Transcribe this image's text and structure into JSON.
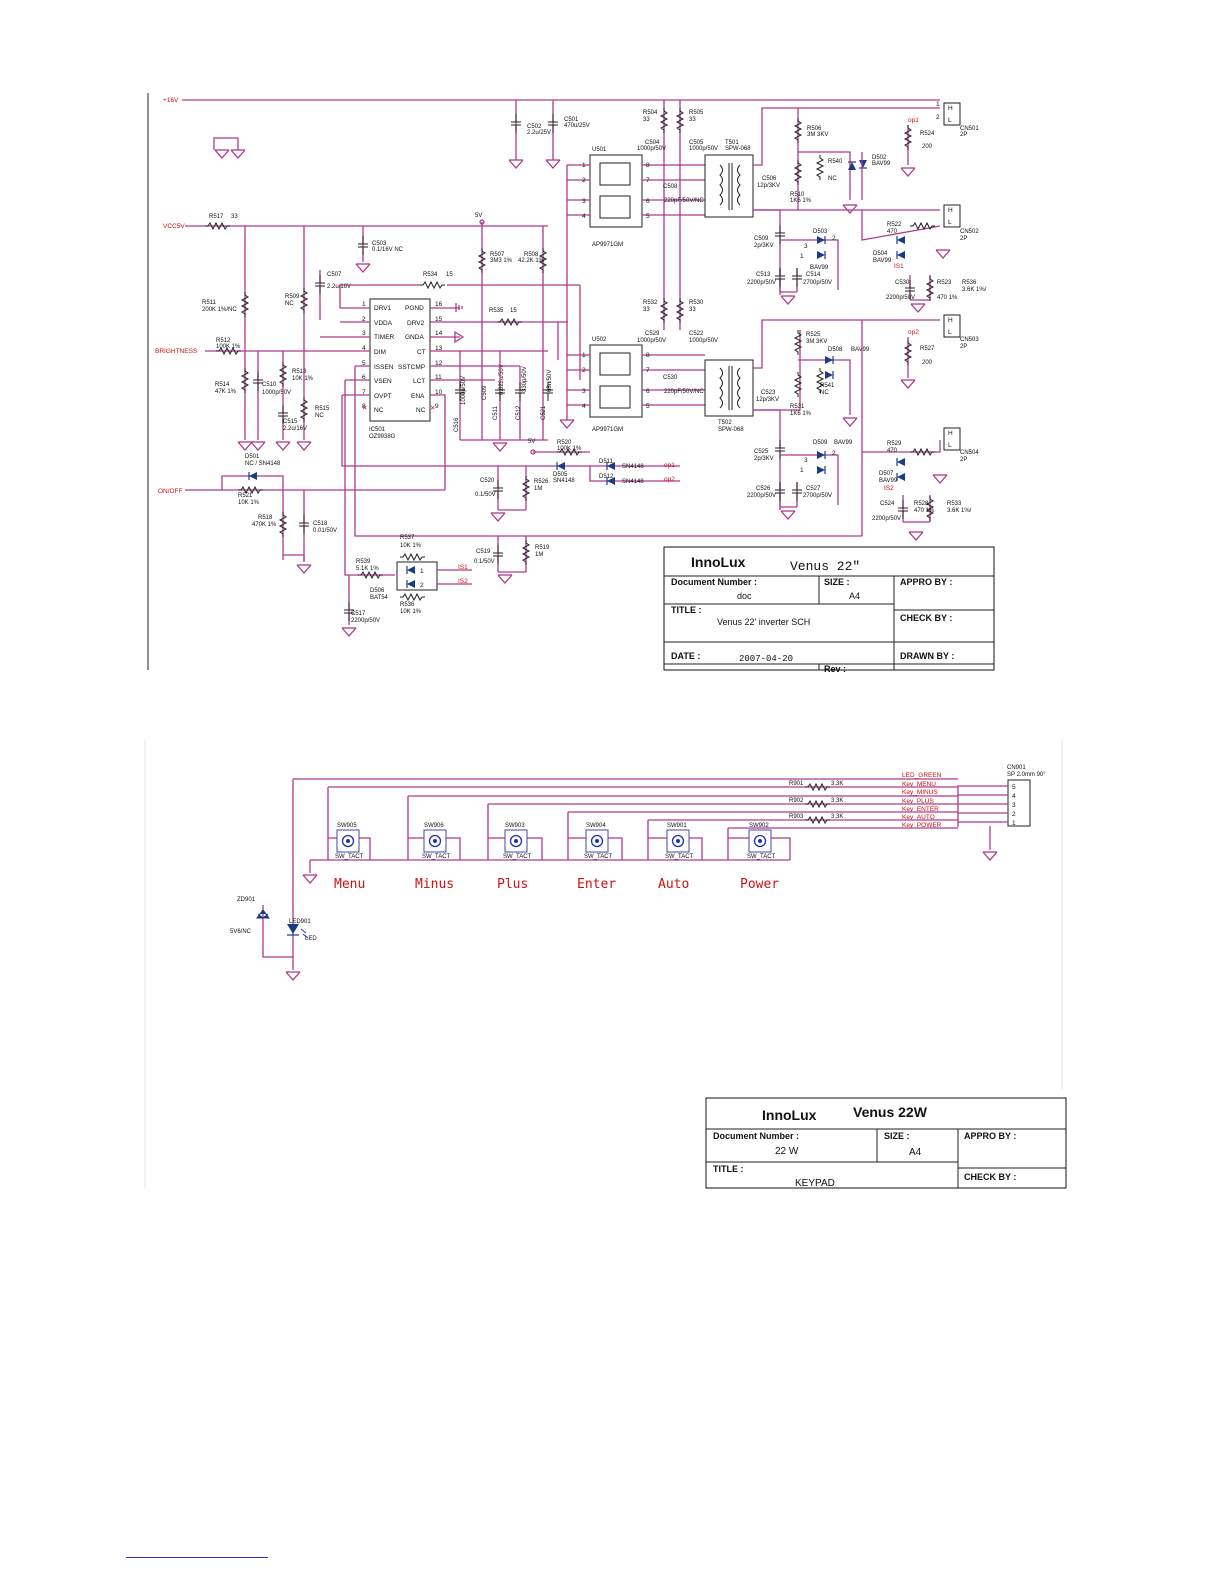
{
  "inverter": {
    "rails": {
      "v16": "+16V",
      "vcc5v": "VCC5V",
      "brightness": "BRIGHTNESS",
      "onoff": "ON/OFF",
      "v5a": "5V",
      "v5b": "5V"
    },
    "ic": {
      "ref": "IC501",
      "part": "OZ9938G",
      "left_pins": [
        {
          "n": "1",
          "name": "DRV1"
        },
        {
          "n": "2",
          "name": "VDDA"
        },
        {
          "n": "3",
          "name": "TIMER"
        },
        {
          "n": "4",
          "name": "DIM"
        },
        {
          "n": "5",
          "name": "ISSEN"
        },
        {
          "n": "6",
          "name": "VSEN"
        },
        {
          "n": "7",
          "name": "OVPT"
        },
        {
          "n": "8",
          "name": "NC"
        }
      ],
      "right_pins": [
        {
          "n": "16",
          "name": "PGND"
        },
        {
          "n": "15",
          "name": "DRV2"
        },
        {
          "n": "14",
          "name": "GNDA"
        },
        {
          "n": "13",
          "name": "CT"
        },
        {
          "n": "12",
          "name": "SSTCMP"
        },
        {
          "n": "11",
          "name": "LCT"
        },
        {
          "n": "10",
          "name": "ENA"
        },
        {
          "n": "9",
          "name": "NC"
        }
      ]
    },
    "parts": [
      {
        "id": "c502",
        "ref": "C502",
        "val": "2.2u/25V"
      },
      {
        "id": "c501",
        "ref": "C501",
        "val": "470u/25V"
      },
      {
        "id": "r504",
        "ref": "R504",
        "val": "33"
      },
      {
        "id": "r505",
        "ref": "R505",
        "val": "33"
      },
      {
        "id": "c504",
        "ref": "C504",
        "val": "1000p/50V"
      },
      {
        "id": "c505",
        "ref": "C505",
        "val": "1000p/50V"
      },
      {
        "id": "t501",
        "ref": "T501",
        "val": "SPW-068"
      },
      {
        "id": "u501",
        "ref": "U501",
        "val": "AP9971GM"
      },
      {
        "id": "c508",
        "ref": "C508",
        "val": "220pF/50V/NC"
      },
      {
        "id": "r506",
        "ref": "R506",
        "val": "3M 3KV"
      },
      {
        "id": "c506",
        "ref": "C506",
        "val": "12p/3KV"
      },
      {
        "id": "r510",
        "ref": "R510",
        "val": "1K6 1%"
      },
      {
        "id": "r540",
        "ref": "R540",
        "val": "NC"
      },
      {
        "id": "d502",
        "ref": "D502",
        "val": "BAV99"
      },
      {
        "id": "r524",
        "ref": "R524",
        "val": "200"
      },
      {
        "id": "cn501",
        "ref": "CN501",
        "val": "2P"
      },
      {
        "id": "r517",
        "ref": "R517",
        "val": "33"
      },
      {
        "id": "c503",
        "ref": "C503",
        "val": "0.1/16V NC"
      },
      {
        "id": "r507",
        "ref": "R507",
        "val": "3M3 1%"
      },
      {
        "id": "r508",
        "ref": "R508",
        "val": "42.2K 1%"
      },
      {
        "id": "c507",
        "ref": "C507",
        "val": "2.2u/16V"
      },
      {
        "id": "r534",
        "ref": "R534",
        "val": "15"
      },
      {
        "id": "r535",
        "ref": "R535",
        "val": "15"
      },
      {
        "id": "r511",
        "ref": "R511",
        "val": "200K 1%/NC"
      },
      {
        "id": "r509",
        "ref": "R509",
        "val": "NC"
      },
      {
        "id": "r512",
        "ref": "R512",
        "val": "100K 1%"
      },
      {
        "id": "r514",
        "ref": "R514",
        "val": "47K 1%"
      },
      {
        "id": "c510",
        "ref": "C510",
        "val": "1000p/50V"
      },
      {
        "id": "r513",
        "ref": "R513",
        "val": "10K 1%"
      },
      {
        "id": "r515",
        "ref": "R515",
        "val": "NC"
      },
      {
        "id": "c515",
        "ref": "C515",
        "val": "2.2u/16V"
      },
      {
        "id": "c516",
        "ref": "C516",
        "val": "1000p/50V"
      },
      {
        "id": "c509",
        "ref": "C509",
        "val": "680K 1%"
      },
      {
        "id": "c511",
        "ref": "C511",
        "val": "0.022u/50V"
      },
      {
        "id": "c512",
        "ref": "C512",
        "val": "330p/50V"
      },
      {
        "id": "c521",
        "ref": "C521",
        "val": "68n/50V"
      },
      {
        "id": "r520",
        "ref": "R520",
        "val": "100K 1%"
      },
      {
        "id": "d505",
        "ref": "D505",
        "val": "SN4148"
      },
      {
        "id": "d511",
        "ref": "D511",
        "val": "SN4148"
      },
      {
        "id": "d512",
        "ref": "D512",
        "val": "SN4148"
      },
      {
        "id": "d501",
        "ref": "D501",
        "val": "NC / SN4148"
      },
      {
        "id": "r521",
        "ref": "R521",
        "val": "10K 1%"
      },
      {
        "id": "r518",
        "ref": "R518",
        "val": "470K 1%"
      },
      {
        "id": "c518",
        "ref": "C518",
        "val": "0.01/50V"
      },
      {
        "id": "c520",
        "ref": "C520",
        "val": "0.1/50V"
      },
      {
        "id": "r526",
        "ref": "R526",
        "val": "1M"
      },
      {
        "id": "c519",
        "ref": "C519",
        "val": "0.1/50V"
      },
      {
        "id": "r519",
        "ref": "R519",
        "val": "1M"
      },
      {
        "id": "r539",
        "ref": "R539",
        "val": "5.1K 1%"
      },
      {
        "id": "r537",
        "ref": "R537",
        "val": "10K 1%"
      },
      {
        "id": "r536",
        "ref": "R536",
        "val": "10K 1%"
      },
      {
        "id": "d506",
        "ref": "D506",
        "val": "BAT54"
      },
      {
        "id": "c517",
        "ref": "C517",
        "val": "2200p/50V"
      },
      {
        "id": "r532",
        "ref": "R532",
        "val": "33"
      },
      {
        "id": "r530",
        "ref": "R530",
        "val": "33"
      },
      {
        "id": "c529",
        "ref": "C529",
        "val": "1000p/50V"
      },
      {
        "id": "c522",
        "ref": "C522",
        "val": "1000p/50V"
      },
      {
        "id": "u502",
        "ref": "U502",
        "val": "AP9971GM"
      },
      {
        "id": "c530b",
        "ref": "C530",
        "val": "220pF/50V/NC"
      },
      {
        "id": "t502",
        "ref": "T502",
        "val": "SPW-068"
      },
      {
        "id": "c509b",
        "ref": "C509",
        "val": "2p/3KV"
      },
      {
        "id": "d503",
        "ref": "D503",
        "val": "BAV99"
      },
      {
        "id": "c513",
        "ref": "C513",
        "val": "2200p/50V"
      },
      {
        "id": "c514",
        "ref": "C514",
        "val": "2700p/50V"
      },
      {
        "id": "r522",
        "ref": "R522",
        "val": "470"
      },
      {
        "id": "d504",
        "ref": "D504",
        "val": "BAV99"
      },
      {
        "id": "c530",
        "ref": "C530",
        "val": "2200p/50V"
      },
      {
        "id": "r523",
        "ref": "R523",
        "val": "470 1%"
      },
      {
        "id": "r536b",
        "ref": "R536",
        "val": "3.6K 1%/"
      },
      {
        "id": "cn502",
        "ref": "CN502",
        "val": "2P"
      },
      {
        "id": "r525",
        "ref": "R525",
        "val": "3M 3KV"
      },
      {
        "id": "d508",
        "ref": "D508",
        "val": "BAV99"
      },
      {
        "id": "r541",
        "ref": "R541",
        "val": "NC"
      },
      {
        "id": "c523",
        "ref": "C523",
        "val": "12p/3KV"
      },
      {
        "id": "r531",
        "ref": "R531",
        "val": "1K6 1%"
      },
      {
        "id": "r527",
        "ref": "R527",
        "val": "200"
      },
      {
        "id": "cn503",
        "ref": "CN503",
        "val": "2P"
      },
      {
        "id": "c525",
        "ref": "C525",
        "val": "2p/3KV"
      },
      {
        "id": "d509",
        "ref": "D509",
        "val": "BAV99"
      },
      {
        "id": "c526",
        "ref": "C526",
        "val": "2200p/50V"
      },
      {
        "id": "c527",
        "ref": "C527",
        "val": "2700p/50V"
      },
      {
        "id": "r529",
        "ref": "R529",
        "val": "470"
      },
      {
        "id": "d507",
        "ref": "D507",
        "val": "BAV99"
      },
      {
        "id": "c524",
        "ref": "C524",
        "val": "2200p/50V"
      },
      {
        "id": "r528",
        "ref": "R528",
        "val": "470 1%"
      },
      {
        "id": "r533",
        "ref": "R533",
        "val": "3.6K 1%/"
      },
      {
        "id": "cn504",
        "ref": "CN504",
        "val": "2P"
      }
    ],
    "nets": {
      "op1a": "op1",
      "op2a": "op2",
      "is1a": "IS1",
      "is2a": "IS2",
      "op1b": "op1",
      "op2b": "op2",
      "is1b": "IS1",
      "is2b": "IS2"
    },
    "title_block": {
      "company": "InnoLux",
      "project": "Venus 22\"",
      "doc_number_label": "Document Number :",
      "doc_number": "doc",
      "size_label": "SIZE :",
      "size": "A4",
      "appro_label": "APPRO BY :",
      "title_label": "TITLE :",
      "title": "Venus 22' inverter SCH",
      "check_label": "CHECK BY :",
      "date_label": "DATE :",
      "date": "2007-04-20",
      "drawn_label": "DRAWN BY :",
      "rev_label": "Rev :"
    }
  },
  "keypad": {
    "connector": {
      "ref": "CN901",
      "val": "SP 2.0mm 90°",
      "pins": [
        "5",
        "4",
        "3",
        "2",
        "1"
      ]
    },
    "nets": [
      "LED_GREEN",
      "Key_MENU",
      "Key_MINUS",
      "Key_PLUS",
      "Key_ENTER",
      "Key_AUTO",
      "Key_POWER"
    ],
    "resistors": [
      {
        "ref": "R901",
        "val": "3.3K"
      },
      {
        "ref": "R902",
        "val": "3.3K"
      },
      {
        "ref": "R903",
        "val": "3.3K"
      }
    ],
    "switches": [
      {
        "ref": "SW905",
        "type": "SW_TACT",
        "label": "Menu"
      },
      {
        "ref": "SW906",
        "type": "SW_TACT",
        "label": "Minus"
      },
      {
        "ref": "SW903",
        "type": "SW_TACT",
        "label": "Plus"
      },
      {
        "ref": "SW904",
        "type": "SW_TACT",
        "label": "Enter"
      },
      {
        "ref": "SW901",
        "type": "SW_TACT",
        "label": "Auto"
      },
      {
        "ref": "SW902",
        "type": "SW_TACT",
        "label": "Power"
      }
    ],
    "zener": {
      "ref": "ZD901",
      "val": "5V6/NC"
    },
    "led": {
      "ref": "LED901",
      "val": "LED"
    },
    "title_block": {
      "company": "InnoLux",
      "project": "Venus 22W",
      "doc_number_label": "Document Number :",
      "doc_number": "22 W",
      "size_label": "SIZE :",
      "size": "A4",
      "appro_label": "APPRO BY :",
      "title_label": "TITLE :",
      "title": "KEYPAD",
      "check_label": "CHECK BY :"
    }
  },
  "colors": {
    "wire": "#b03a8a",
    "net": "#cc1111",
    "ink": "#111111"
  }
}
